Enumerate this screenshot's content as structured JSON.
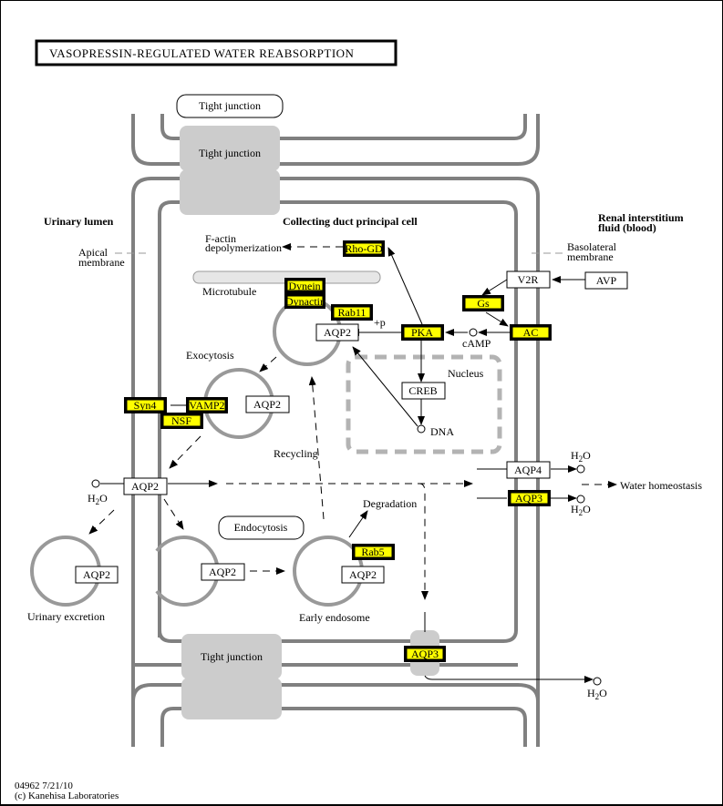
{
  "title": "VASOPRESSIN-REGULATED WATER REABSORPTION",
  "footer": {
    "map_id_date": "04962 7/21/10",
    "copyright": "(c) Kanehisa Laboratories"
  },
  "compartments": {
    "urinary_lumen": "Urinary lumen",
    "principal_cell": "Collecting duct principal cell",
    "interstitium_line1": "Renal interstitium",
    "interstitium_line2": "fluid (blood)",
    "apical_line1": "Apical",
    "apical_line2": "membrane",
    "basolateral_line1": "Basolateral",
    "basolateral_line2": "membrane",
    "nucleus": "Nucleus",
    "microtubule": "Microtubule"
  },
  "labels": {
    "tight_junction_top_box": "Tight junction",
    "tight_junction_top": "Tight junction",
    "tight_junction_bottom": "Tight junction",
    "factin_line1": "F-actin",
    "factin_line2": "depolymerization",
    "exocytosis": "Exocytosis",
    "recycling": "Recycling",
    "degradation": "Degradation",
    "endocytosis": "Endocytosis",
    "early_endosome": "Early endosome",
    "urinary_excretion": "Urinary excretion",
    "water_homeostasis": "Water homeostasis",
    "phospho": "+p",
    "camp": "cAMP",
    "dna": "DNA",
    "h2o_h": "H",
    "h2o_2": "2",
    "h2o_o": "O"
  },
  "genes": {
    "rho_gd": "Rho-GD",
    "dynein": "Dynein",
    "dynactin": "Dynactir",
    "rab11": "Rab11",
    "pka": "PKA",
    "gs": "Gs",
    "ac": "AC",
    "syn4": "Syn4",
    "vamp2": "VAMP2",
    "nsf": "NSF",
    "rab5": "Rab5",
    "aqp3_a": "AQP3",
    "aqp3_b": "AQP3"
  },
  "other_nodes": {
    "v2r": "V2R",
    "avp": "AVP",
    "creb": "CREB",
    "aqp4": "AQP4",
    "aqp2_top": "AQP2",
    "aqp2_exo": "AQP2",
    "aqp2_apical": "AQP2",
    "aqp2_excretion": "AQP2",
    "aqp2_endo": "AQP2",
    "aqp2_early": "AQP2"
  },
  "colors": {
    "highlight": "#ffff00",
    "membrane": "#808080",
    "junction": "#cccccc"
  }
}
